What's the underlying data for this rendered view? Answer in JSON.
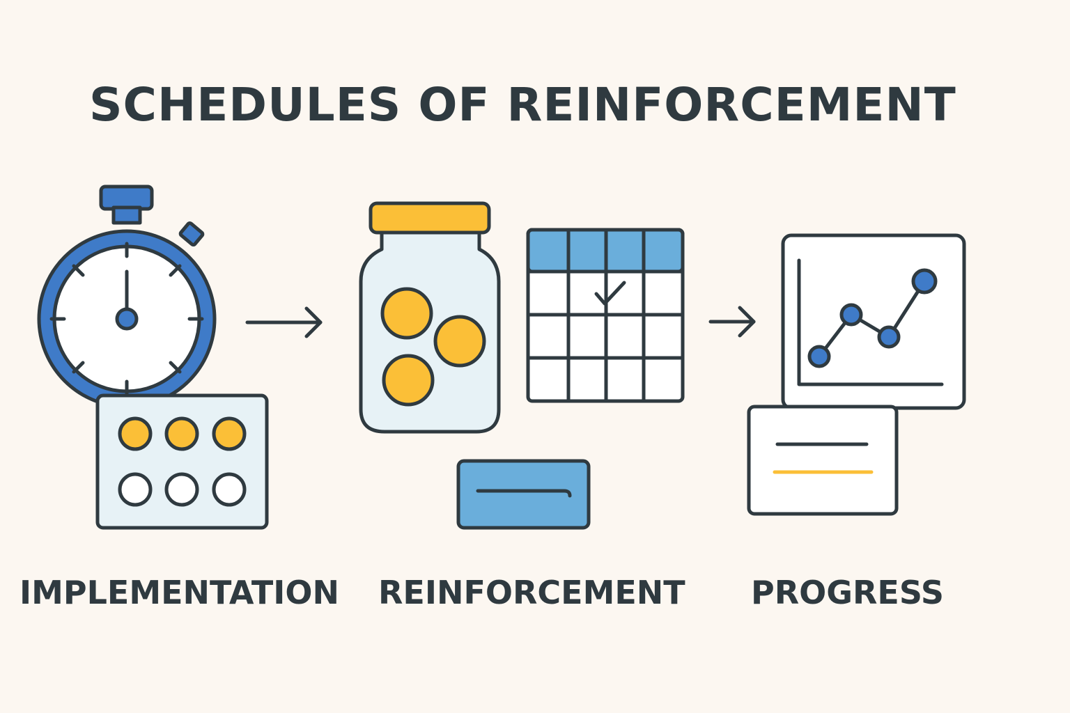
{
  "title": "SCHEDULES OF REINFORCEMENT",
  "steps": [
    {
      "label": "IMPLEMENTATION",
      "icons": [
        "stopwatch-icon",
        "token-board-icon"
      ]
    },
    {
      "label": "REINFORCEMENT",
      "icons": [
        "token-jar-icon",
        "calendar-icon",
        "card-icon"
      ]
    },
    {
      "label": "PROGRESS",
      "icons": [
        "line-chart-icon",
        "note-card-icon"
      ]
    }
  ],
  "token_board": {
    "filled": 3,
    "total": 6
  },
  "colors": {
    "background": "#fcf7f1",
    "outline": "#2f3a40",
    "blue": "#3f7bc8",
    "light_blue": "#6aaedb",
    "yellow": "#fbbf37",
    "pale_panel": "#e7f2f6"
  }
}
